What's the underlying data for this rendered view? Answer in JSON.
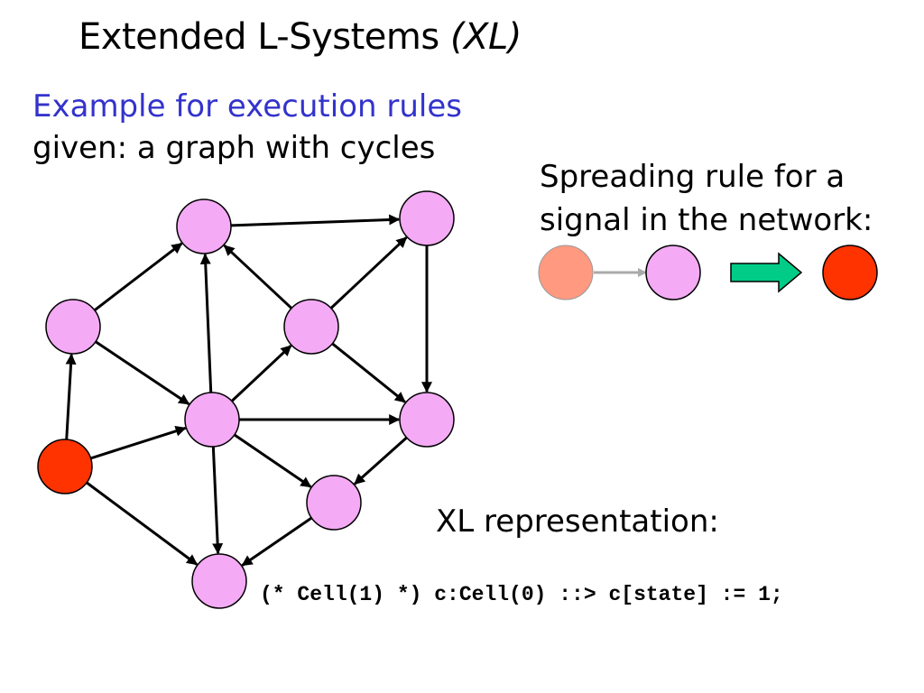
{
  "slide": {
    "title": "Extended L-Systems",
    "title_italic": "(XL)",
    "subtitle": "Example for execution rules",
    "given": "given: a graph with cycles",
    "spread_line1": "Spreading rule for a",
    "spread_line2": "signal in the network:",
    "xl_label": "XL representation:",
    "code": "(* Cell(1) *) c:Cell(0) ::> c[state] := 1;"
  },
  "colors": {
    "cell_inactive": "#f4aaf4",
    "cell_active": "#ff3300",
    "cell_source": "#ff9980",
    "rule_arrow": "#00cc88",
    "subtitle": "#3333cc"
  },
  "graph": {
    "nodes": [
      {
        "id": "n_top_left",
        "state": "inactive"
      },
      {
        "id": "n_top_right",
        "state": "inactive"
      },
      {
        "id": "n_left",
        "state": "inactive"
      },
      {
        "id": "n_mid_upper",
        "state": "inactive"
      },
      {
        "id": "n_center",
        "state": "inactive"
      },
      {
        "id": "n_right",
        "state": "inactive"
      },
      {
        "id": "n_source",
        "state": "active"
      },
      {
        "id": "n_lower",
        "state": "inactive"
      },
      {
        "id": "n_bottom",
        "state": "inactive"
      }
    ],
    "edges": [
      [
        "n_top_left",
        "n_top_right"
      ],
      [
        "n_left",
        "n_top_left"
      ],
      [
        "n_center",
        "n_top_left"
      ],
      [
        "n_mid_upper",
        "n_top_left"
      ],
      [
        "n_mid_upper",
        "n_top_right"
      ],
      [
        "n_top_right",
        "n_right"
      ],
      [
        "n_center",
        "n_mid_upper"
      ],
      [
        "n_mid_upper",
        "n_right"
      ],
      [
        "n_left",
        "n_center"
      ],
      [
        "n_center",
        "n_right"
      ],
      [
        "n_source",
        "n_left"
      ],
      [
        "n_source",
        "n_center"
      ],
      [
        "n_center",
        "n_lower"
      ],
      [
        "n_right",
        "n_lower"
      ],
      [
        "n_center",
        "n_bottom"
      ],
      [
        "n_source",
        "n_bottom"
      ],
      [
        "n_lower",
        "n_bottom"
      ]
    ]
  },
  "rule": {
    "lhs": [
      "source",
      "target"
    ],
    "rhs": "active"
  }
}
